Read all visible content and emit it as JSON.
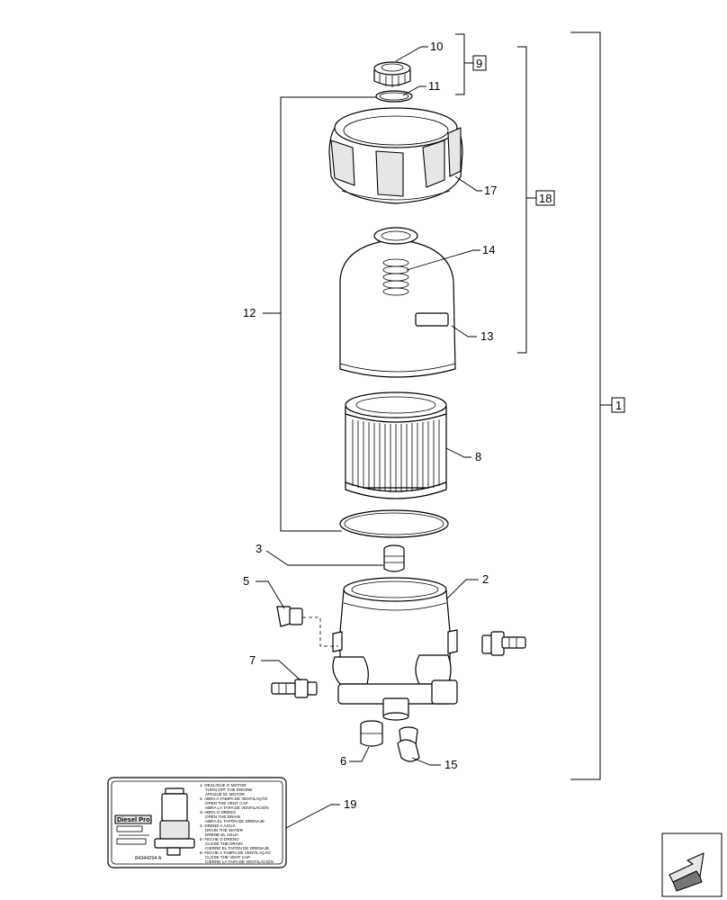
{
  "callouts": {
    "n1": "1",
    "n2": "2",
    "n3": "3",
    "n5": "5",
    "n6": "6",
    "n7": "7",
    "n8": "8",
    "n9": "9",
    "n10": "10",
    "n11": "11",
    "n12": "12",
    "n13": "13",
    "n14": "14",
    "n15": "15",
    "n17": "17",
    "n18": "18",
    "n19": "19"
  },
  "label_decal": {
    "brand": "Diesel Pro",
    "part_code": "84344294 A",
    "instructions": [
      "1-  DESLIGUE O MOTOR",
      "TURN OFF THE ENGINE",
      "APAGUE EL MOTOR",
      "2-  ABRA A TAMPA DE VENTILAÇÃO",
      "OPEN THE VENT CAP",
      "ABRA LA TAPA DE VENTILACIÓN",
      "3-  ABRA O DRENO",
      "OPEN THE DRAIN",
      "ABRA EL TAPÓN DE DRENAJE",
      "4-  DRENE A ÁGUA",
      "DRAIN THE WATER",
      "DRENE EL AGUA",
      "5-  FECHE O DRENO",
      "CLOSE THE DRAIN",
      "CIERRE EL TAPÓN DE DRENAJE",
      "6-  FECHE A TAMPA DE VENTILAÇÃO",
      "CLOSE THE VENT CAP",
      "CIERRE LA TAPA DE VENTILACIÓN"
    ]
  }
}
